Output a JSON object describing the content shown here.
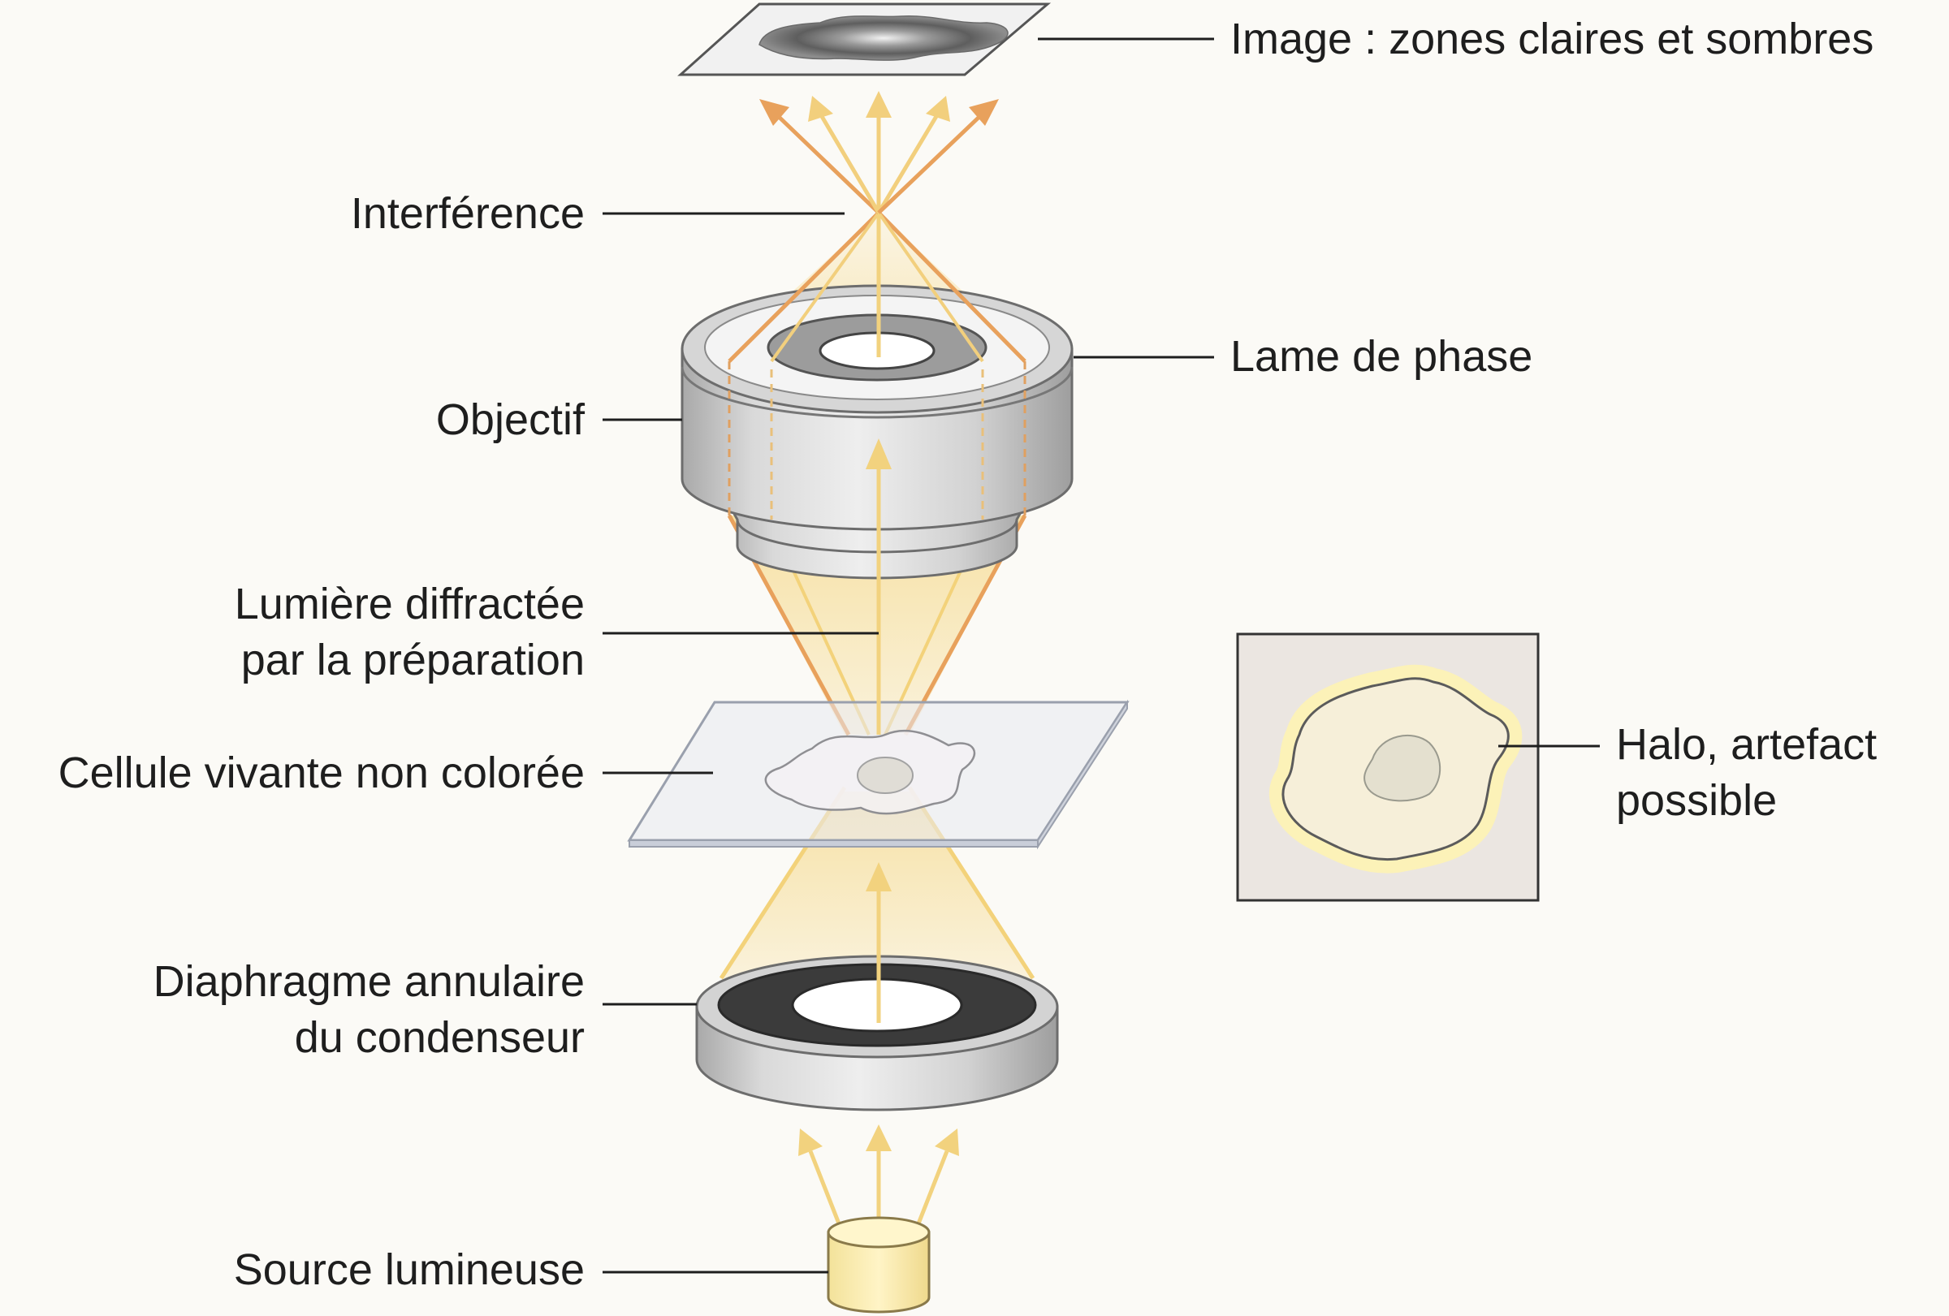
{
  "labels": {
    "image": "Image : zones claires et sombres",
    "interference": "Interférence",
    "lame_de_phase": "Lame de phase",
    "objectif": "Objectif",
    "lumiere_line1": "Lumière diffractée",
    "lumiere_line2": "par la préparation",
    "cellule": "Cellule vivante non colorée",
    "halo_line1": "Halo, artefact",
    "halo_line2": "possible",
    "diaphragme_line1": "Diaphragme annulaire",
    "diaphragme_line2": "du condenseur",
    "source": "Source lumineuse"
  },
  "colors": {
    "background": "#fbfaf6",
    "light_beam": "#f6d98a",
    "light_arrow": "#f2d27e",
    "diffracted_ray": "#e8a15c",
    "metal": "#c9c9c9",
    "dark_ring": "#3b3b3b",
    "leader_line": "#1e1e1e"
  }
}
